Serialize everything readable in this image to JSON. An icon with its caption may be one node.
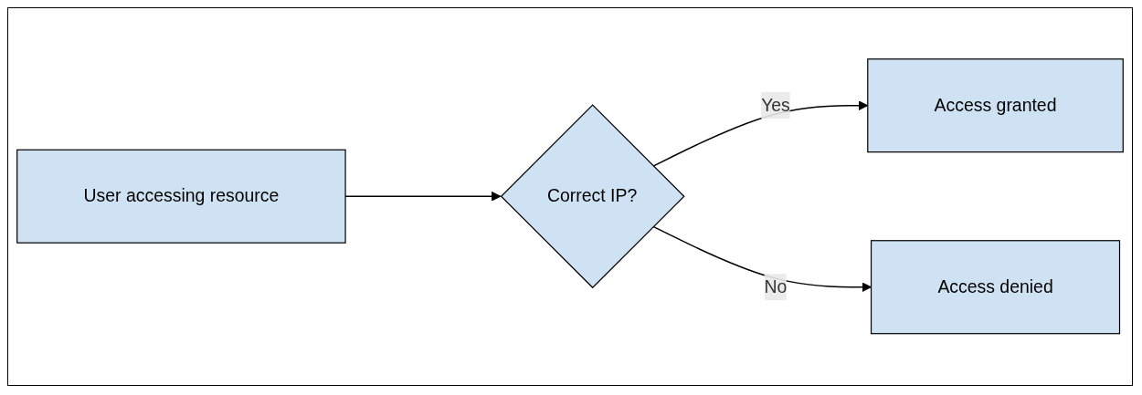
{
  "diagram": {
    "nodes": [
      {
        "text": [
          "User accessing resource"
        ]
      },
      {
        "text": [
          "Correct IP?"
        ]
      },
      {
        "text": [
          "Access granted"
        ]
      },
      {
        "text": [
          "Access denied"
        ]
      }
    ],
    "edges": [
      {
        "from": 0,
        "to": 1,
        "arrow": "to"
      },
      {
        "from": 1,
        "to": 2,
        "arrow": "to",
        "label": "Yes"
      },
      {
        "from": 1,
        "to": 3,
        "arrow": "to",
        "label": "No"
      }
    ]
  }
}
